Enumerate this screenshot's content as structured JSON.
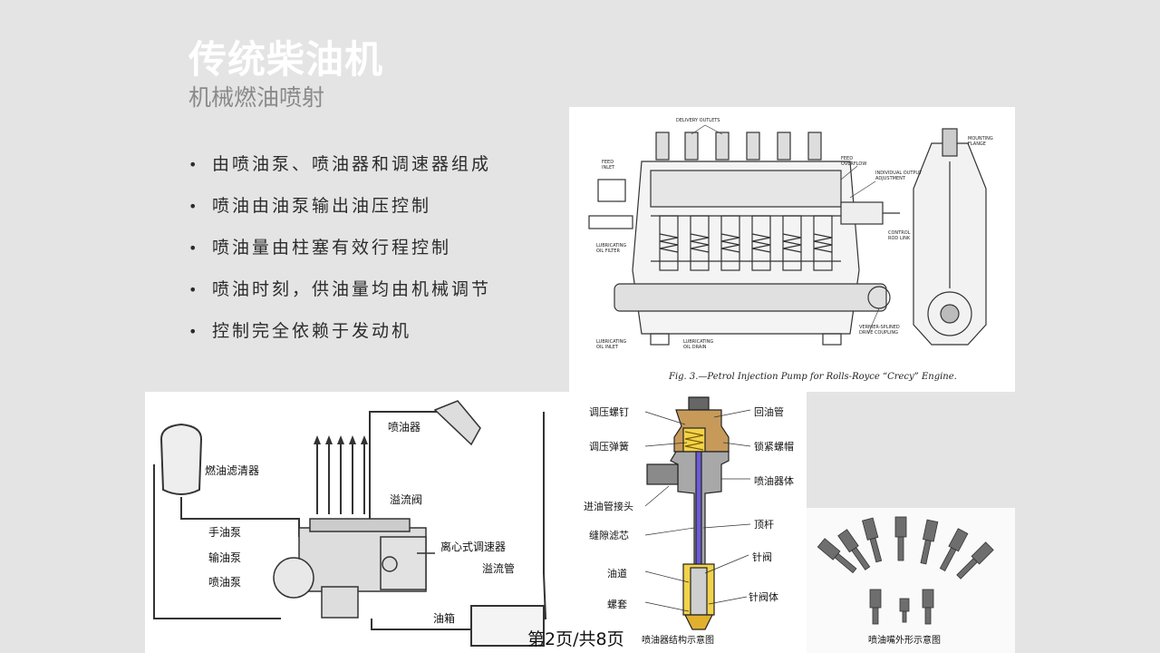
{
  "slide": {
    "title": "传统柴油机",
    "subtitle": "机械燃油喷射",
    "bullets": [
      "由喷油泵、喷油器和调速器组成",
      "喷油由油泵输出油压控制",
      "喷油量由柱塞有效行程控制",
      "喷油时刻，供油量均由机械调节",
      "控制完全依赖于发动机"
    ],
    "bullet_symbol": "•",
    "footer_page": "第2页/共8页"
  },
  "pump_figure": {
    "caption": "Fig. 3.—Petrol Injection Pump for Rolls-Royce “Crecy” Engine.",
    "labels": {
      "delivery_outlets": "DELIVERY OUTLETS",
      "feed_inlet": "FEED INLET",
      "feed_overflow": "FEED OVERFLOW",
      "individual_output": "INDIVIDUAL OUTPUT ADJUSTMENT",
      "control_rod": "CONTROL ROD LINK",
      "lub_filter": "LUBRICATING OIL FILTER",
      "lub_inlet": "LUBRICATING OIL INLET",
      "lub_drain": "LUBRICATING OIL DRAIN",
      "vernier": "VERNIER-SPLINED DRIVE COUPLING",
      "mounting_flange": "MOUNTING FLANGE"
    }
  },
  "system_figure": {
    "labels": {
      "injector": "喷油器",
      "fuel_filter": "燃油滤清器",
      "overflow_valve": "溢流阀",
      "hand_pump": "手油泵",
      "transfer_pump": "输油泵",
      "injection_pump": "喷油泵",
      "governor": "离心式调速器",
      "overflow_pipe": "溢流管",
      "tank": "油箱"
    }
  },
  "injector_figure": {
    "labels": {
      "adjust_screw": "调压螺钉",
      "return_pipe": "回油管",
      "adjust_spring": "调压弹簧",
      "lock_cap": "锁紧螺帽",
      "body": "喷油器体",
      "inlet_joint": "进油管接头",
      "gap_filter": "缝隙滤芯",
      "push_rod": "顶杆",
      "oil_passage": "油道",
      "needle": "针阀",
      "sleeve": "螺套",
      "needle_body": "针阀体"
    },
    "caption": "喷油器结构示意图"
  },
  "nozzle_figure": {
    "caption": "喷油嘴外形示意图"
  }
}
